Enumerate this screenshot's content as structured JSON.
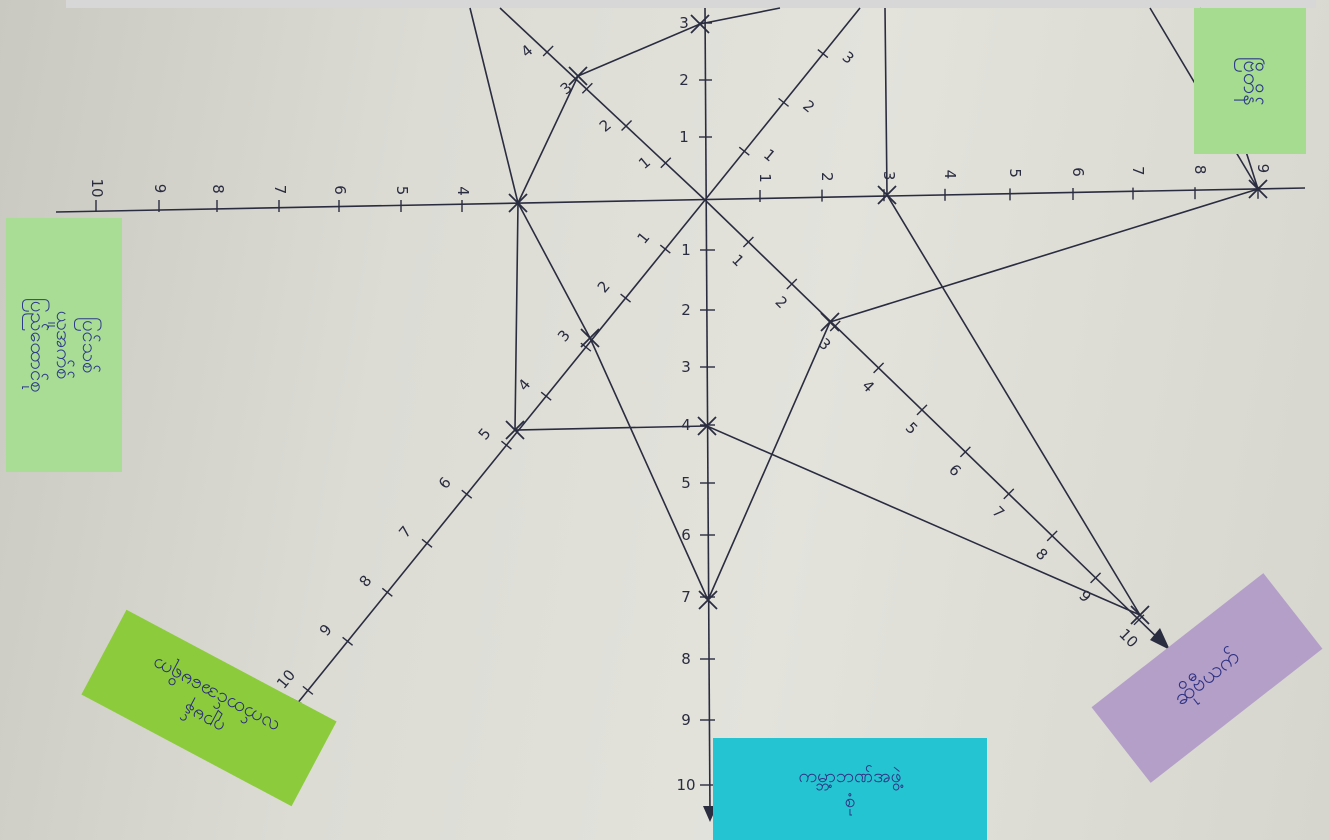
{
  "notes": {
    "top_right": "ဗြိတိန်",
    "left": "ပြင်သစ်\nယူအက်စ်ပြည်ထောင်စု",
    "bottom_left": "ဂျာမန်\nလက်တင်အမေရိက",
    "bottom_center": "ကမ္ဘာ့ဘဏ်အဖွဲ့\nစုံ",
    "bottom_right": "ဆိုဗီယက်"
  },
  "axis_labels": {
    "neg_h": [
      "10",
      "9",
      "8",
      "7",
      "6",
      "5",
      "4"
    ],
    "pos_h": [
      "1",
      "2",
      "3",
      "4",
      "5",
      "6",
      "7",
      "8",
      "9"
    ],
    "pos_v": [
      "1",
      "2",
      "3",
      "4",
      "5",
      "6",
      "7",
      "8",
      "9",
      "10"
    ],
    "diag_se": [
      "1",
      "2",
      "3",
      "4",
      "5",
      "6",
      "7",
      "8",
      "9",
      "10"
    ],
    "diag_sw": [
      "1",
      "2",
      "3",
      "4",
      "5",
      "6",
      "7",
      "8",
      "9",
      "10"
    ],
    "diag_ne": [
      "1",
      "2",
      "3"
    ],
    "diag_nw": [
      "1",
      "2",
      "3",
      "4"
    ],
    "upper_v": [
      "1",
      "2",
      "3"
    ]
  },
  "colors": {
    "paper": "#e2e2db",
    "ink": "#2a2c40",
    "note_green": "#a6dc8f",
    "note_lime": "#8ccc3c",
    "note_cyan": "#25c4d2",
    "note_purple": "#b49fc9"
  }
}
